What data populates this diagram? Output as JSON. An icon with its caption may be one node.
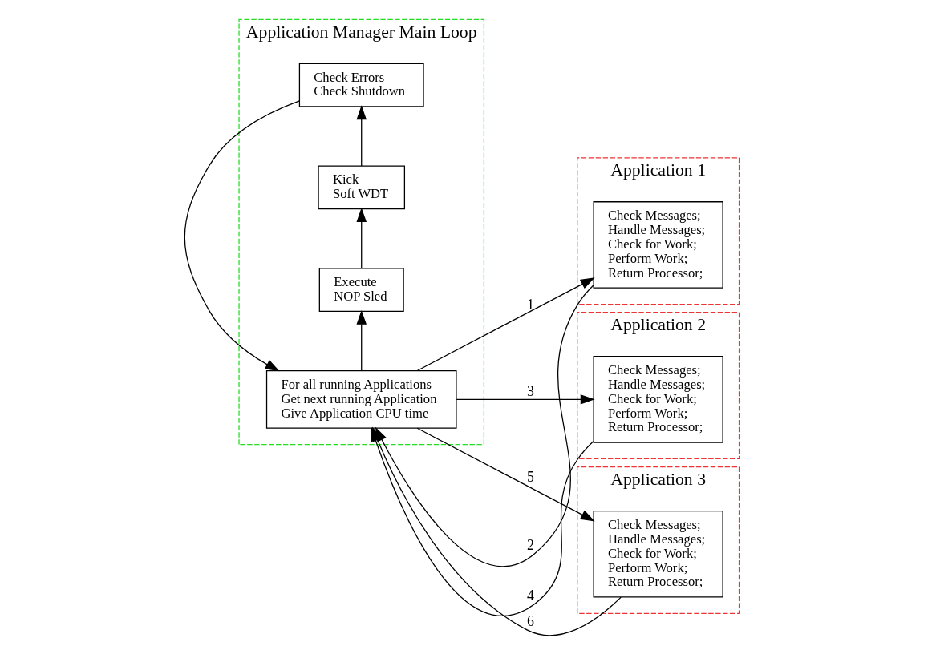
{
  "diagram": {
    "nodes": [
      {
        "text": [
          "Application Manager Main Loop"
        ]
      },
      {
        "text": [
          "For all running Applications Get next running Application Give Application CPU time"
        ],
        "in": 0
      },
      {
        "text": [
          "Execute NOP Sled"
        ],
        "in": 0
      },
      {
        "text": [
          "Kick Soft WDT"
        ],
        "in": 0
      },
      {
        "text": [
          "Check Errors Check Shutdown"
        ],
        "in": 0
      },
      {
        "text": [
          "Application 1"
        ]
      },
      {
        "text": [
          "Check Messages; Handle Messages; Check for Work; Perform Work; Return Processor;"
        ],
        "in": 5
      },
      {
        "text": [
          "Application 2"
        ]
      },
      {
        "text": [
          "Check Messages; Handle Messages; Check for Work; Perform Work; Return Processor;"
        ],
        "in": 7
      },
      {
        "text": [
          "Application 3"
        ]
      },
      {
        "text": [
          "Check Messages; Handle Messages; Check for Work; Perform Work; Return Processor;"
        ],
        "in": 9
      }
    ],
    "edges": [
      {
        "from": 1,
        "to": 2,
        "arrow": "to"
      },
      {
        "from": 2,
        "to": 3,
        "arrow": "to"
      },
      {
        "from": 3,
        "to": 4,
        "arrow": "to"
      },
      {
        "from": 4,
        "to": 1,
        "arrow": "to"
      },
      {
        "from": 1,
        "to": 6,
        "arrow": "to",
        "label": "1"
      },
      {
        "from": 6,
        "to": 1,
        "arrow": "to",
        "label": "2"
      },
      {
        "from": 1,
        "to": 8,
        "arrow": "to",
        "label": "3"
      },
      {
        "from": 8,
        "to": 1,
        "arrow": "to",
        "label": "4"
      },
      {
        "from": 1,
        "to": 10,
        "arrow": "to",
        "label": "5"
      },
      {
        "from": 10,
        "to": 1,
        "arrow": "to",
        "label": "6"
      }
    ]
  }
}
